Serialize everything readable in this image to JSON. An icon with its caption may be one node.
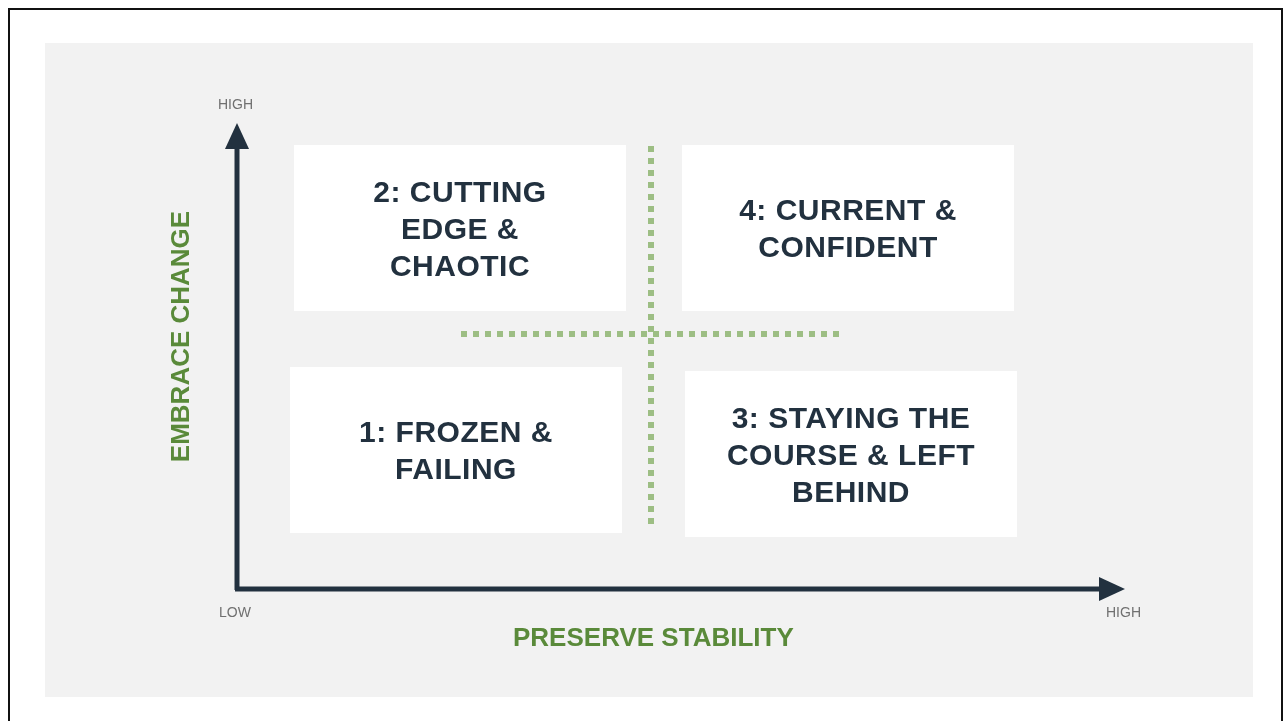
{
  "diagram": {
    "nodes": [
      {
        "text": [
          "2: CUTTING EDGE & CHAOTIC"
        ]
      },
      {
        "text": [
          "4: CURRENT & CONFIDENT"
        ]
      },
      {
        "text": [
          "1: FROZEN & FAILING"
        ]
      },
      {
        "text": [
          "3: STAYING THE COURSE & LEFT BEHIND"
        ]
      }
    ],
    "labels": [
      "HIGH",
      "EMBRACE CHANGE",
      "LOW",
      "HIGH",
      "PRESERVE STABILITY"
    ]
  }
}
